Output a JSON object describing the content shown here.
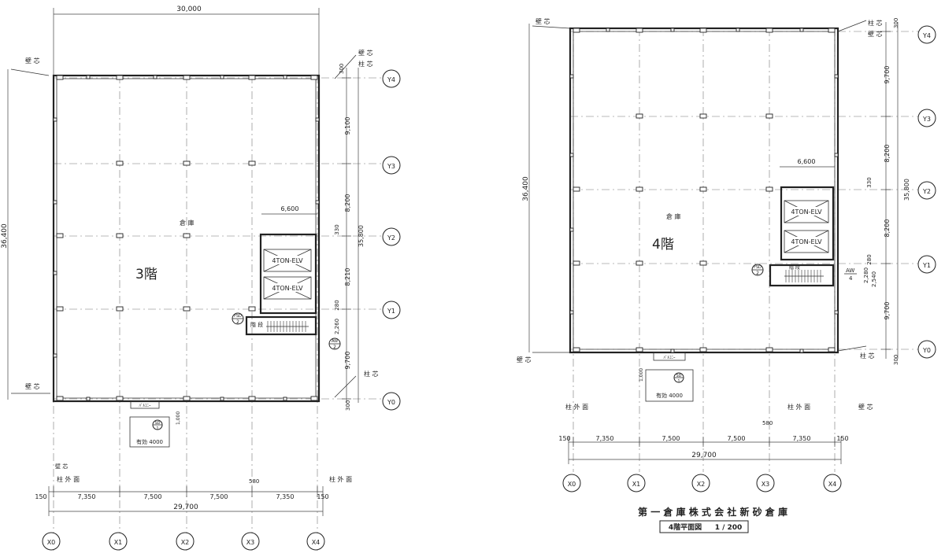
{
  "plan3": {
    "overall_width_top": "30,000",
    "overall_height": "36,400",
    "overall_height_right": "35,800",
    "floor_note": "3階",
    "room_label": "倉 庫",
    "elevator_width": "6,600",
    "elevator_1": "4TON-ELV",
    "elevator_2": "4TON-ELV",
    "stair_label": "階 段",
    "fsd_top": "FSD",
    "fsd_bottom": "2",
    "aw_top": "AW",
    "aw_bottom": "2",
    "dim_330": "330",
    "dim_300_top": "300",
    "dim_300_bottom": "300",
    "dim_9100": "9,100",
    "dim_8200_a": "8,200",
    "dim_8200_b": "8,210",
    "dim_280": "280",
    "dim_2260": "2,260",
    "dim_9700": "9,700",
    "canopy_label": "ﾊﾞﾙｺﾆｰ",
    "canopy_dim": "1,000",
    "door_top": "SD",
    "door_bottom": "1",
    "opening_label": "有効 4000",
    "dim_580": "580",
    "label_col_outer_left": "柱 外 面",
    "label_col_outer_right": "柱 外 面",
    "label_wall_core_tl": "壁 芯",
    "label_wall_core_bl": "壁 芯",
    "label_wall_core_right": "壁 芯",
    "label_col_core_right": "柱 芯",
    "label_col_core_right_b": "柱 芯",
    "dims_bottom": [
      "150",
      "7,350",
      "7,500",
      "7,500",
      "7,350",
      "150"
    ],
    "overall_width_bottom": "29,700",
    "x_axes": [
      "X0",
      "X1",
      "X2",
      "X3",
      "X4"
    ],
    "y_axes": [
      "Y4",
      "Y3",
      "Y2",
      "Y1",
      "Y0"
    ]
  },
  "plan4": {
    "overall_height": "36,400",
    "overall_height_right": "35,800",
    "floor_note": "4階",
    "room_label": "倉 庫",
    "elevator_width": "6,600",
    "elevator_1": "4TON-ELV",
    "elevator_2": "4TON-ELV",
    "stair_label": "階 段",
    "fsd_top": "FSD",
    "fsd_bottom": "2",
    "aw_top": "AW",
    "aw_bottom": "4",
    "dim_330": "330",
    "dim_300_top": "300",
    "dim_300_bottom": "300",
    "dim_9700_top": "9,700",
    "dim_8200_a": "8,200",
    "dim_8200_b": "8,200",
    "dim_280": "280",
    "dim_2280": "2,280",
    "dim_2540": "2,540",
    "dim_9700_bottom": "9,700",
    "canopy_label": "ﾊﾞﾙｺﾆｰ",
    "canopy_dim": "1,000",
    "door_top": "SD",
    "door_bottom": "1",
    "opening_label": "有効 4000",
    "dim_580": "580",
    "label_col_outer_left": "柱 外 面",
    "label_col_outer_right": "柱 外 面",
    "label_wall_core_tl": "壁 芯",
    "label_wall_core_bl": "壁 芯",
    "label_wall_core_right": "壁 芯",
    "label_col_core_tr": "柱 芯",
    "label_col_core_br": "柱 芯",
    "dims_bottom": [
      "150",
      "7,350",
      "7,500",
      "7,500",
      "7,350",
      "150"
    ],
    "overall_width_bottom": "29,700",
    "x_axes": [
      "X0",
      "X1",
      "X2",
      "X3",
      "X4"
    ],
    "y_axes": [
      "Y4",
      "Y3",
      "Y2",
      "Y1",
      "Y0"
    ]
  },
  "title_block": {
    "company": "第 一 倉 庫 株 式 会 社  新 砂 倉 庫",
    "drawing": "4階平面図",
    "scale": "1 / 200"
  }
}
